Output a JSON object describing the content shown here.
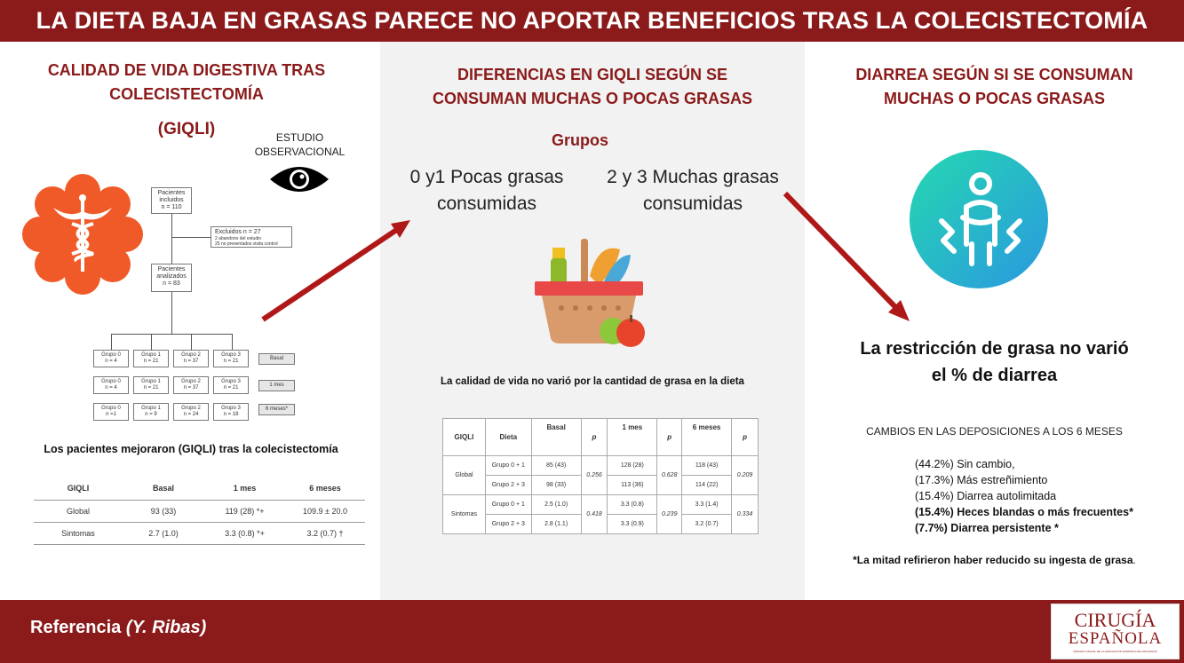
{
  "title": "LA DIETA BAJA EN GRASAS PARECE NO APORTAR BENEFICIOS TRAS LA COLECISTECTOMÍA",
  "left": {
    "title_line1": "CALIDAD DE VIDA DIGESTIVA TRAS",
    "title_line2": "COLECISTECTOMÍA",
    "subtitle": "(GIQLI)",
    "study_line1": "ESTUDIO",
    "study_line2": "OBSERVACIONAL",
    "flow": {
      "included": [
        "Pacientes",
        "incluidos",
        "n = 110"
      ],
      "excluded": [
        "Excluidos n = 27",
        "2 abandono del estudio",
        "25 no presentados visita control"
      ],
      "analyzed": [
        "Pacientes",
        "analizados",
        "n = 83"
      ],
      "rows": [
        {
          "groups": [
            [
              "Grupo 0",
              "n = 4"
            ],
            [
              "Grupo 1",
              "n = 21"
            ],
            [
              "Grupo 2",
              "n = 37"
            ],
            [
              "Grupo 3",
              "n = 21"
            ]
          ],
          "tag": "Basal"
        },
        {
          "groups": [
            [
              "Grupo 0",
              "n = 4"
            ],
            [
              "Grupo 1",
              "n = 21"
            ],
            [
              "Grupo 2",
              "n = 37"
            ],
            [
              "Grupo 3",
              "n = 21"
            ]
          ],
          "tag": "1 mes"
        },
        {
          "groups": [
            [
              "Grupo 0",
              "n =1"
            ],
            [
              "Grupo 1",
              "n = 9"
            ],
            [
              "Grupo 2",
              "n = 24"
            ],
            [
              "Grupo 3",
              "n = 18"
            ]
          ],
          "tag": "6 meses*"
        }
      ]
    },
    "result": "Los pacientes mejoraron (GIQLI) tras la  colecistectomía",
    "table": {
      "headers": [
        "GIQLI",
        "Basal",
        "1 mes",
        "6 meses"
      ],
      "rows": [
        [
          "Global",
          "93 (33)",
          "119 (28) *+",
          "109.9 ± 20.0"
        ],
        [
          "Sintomas",
          "2.7 (1.0)",
          "3.3 (0.8) *+",
          "3.2 (0.7) †"
        ]
      ]
    }
  },
  "mid": {
    "title_line1": "DIFERENCIAS EN GIQLI SEGÚN  SE",
    "title_line2": "CONSUMAN MUCHAS  O POCAS GRASAS",
    "groups_label": "Grupos",
    "group_a_line1": "0 y1 Pocas grasas",
    "group_a_line2": "consumidas",
    "group_b_line1": "2 y 3 Muchas grasas",
    "group_b_line2": "consumidas",
    "result": "La calidad de vida no varió por la cantidad de grasa en la dieta",
    "table": {
      "headers": [
        "GIQLI",
        "Dieta",
        "Basal",
        "p",
        "1 mes",
        "p",
        "6 meses",
        "p"
      ],
      "global": {
        "label": "Global",
        "rows": [
          [
            "Grupo 0 + 1",
            "85 (43)",
            "128 (28)",
            "118 (43)"
          ],
          [
            "Grupo 2 + 3",
            "98 (33)",
            "113 (36)",
            "114 (22)"
          ]
        ],
        "p": [
          "0.256",
          "0.628",
          "0.209"
        ]
      },
      "sintomas": {
        "label": "Sintomas",
        "rows": [
          [
            "Grupo 0 + 1",
            "2.5 (1.0)",
            "3.3 (0.8)",
            "3.3 (1.4)"
          ],
          [
            "Grupo 2 + 3",
            "2.8 (1.1)",
            "3.3 (0.9)",
            "3.2 (0.7)"
          ]
        ],
        "p": [
          "0.418",
          "0.239",
          "0.334"
        ]
      }
    }
  },
  "right": {
    "title_line1": "DIARREA SEGÚN SI SE CONSUMAN",
    "title_line2": "MUCHAS  O POCAS GRASAS",
    "conclusion_line1": "La restricción de grasa no varió",
    "conclusion_line2": "el % de diarrea",
    "changes_title": "CAMBIOS EN LAS DEPOSICIONES A LOS 6 MESES",
    "changes": [
      {
        "text": "(44.2%)  Sin cambio,",
        "bold": false
      },
      {
        "text": "(17.3%)   Más estreñimiento",
        "bold": false
      },
      {
        "text": "(15.4%)  Diarrea autolimitada",
        "bold": false
      },
      {
        "text": "(15.4%)  Heces blandas  o más  frecuentes*",
        "bold": true
      },
      {
        "text": "(7.7%)   Diarrea persistente *",
        "bold": true
      }
    ],
    "footnote_bold": "*La mitad refirieron haber reducido su ingesta de grasa",
    "footnote_end": "."
  },
  "footer": {
    "ref_label": "Referencia ",
    "ref_author": "(Y. Ribas)",
    "logo_line1": "CIRUGÍA",
    "logo_line2": "ESPAÑOLA",
    "logo_line3": "ÓRGANO OFICIAL DE LA ASOCIACIÓN ESPAÑOLA DE CIRUJANOS"
  },
  "colors": {
    "brand": "#8b1a1a",
    "panel_grey": "#f2f2f2",
    "medical_orange": "#f05a28",
    "arrow_red": "#b01818"
  }
}
